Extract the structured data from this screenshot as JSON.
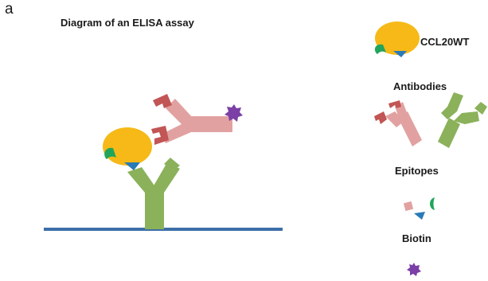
{
  "panel_label": "a",
  "title": "Diagram of an ELISA assay",
  "legend": {
    "antigen": "CCL20WT",
    "antibodies": "Antibodies",
    "epitopes": "Epitopes",
    "biotin": "Biotin"
  },
  "colors": {
    "surface": "#3d6fa8",
    "capture_antibody": "#8bb15a",
    "detection_antibody": "#e2a1a1",
    "antibody_tip": "#c25555",
    "antigen": "#f6b918",
    "epitope_green": "#21a55a",
    "epitope_blue": "#2a7ab8",
    "biotin": "#7b3fa6"
  }
}
